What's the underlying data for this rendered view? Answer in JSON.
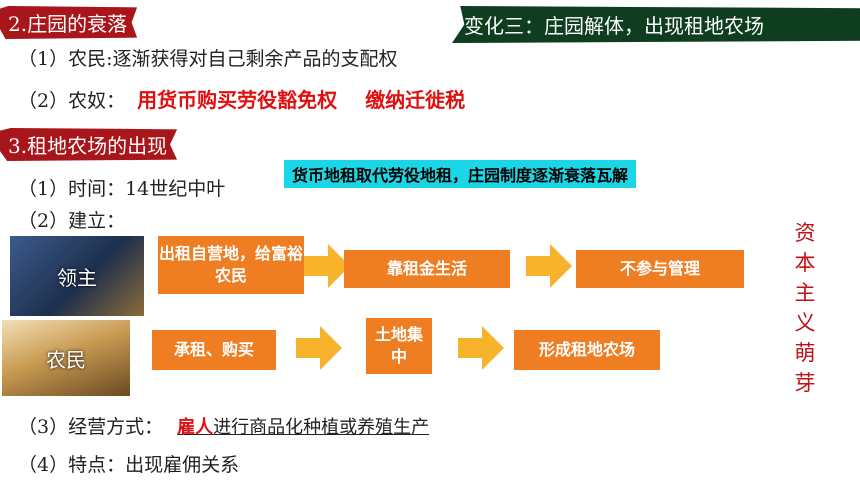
{
  "section2": {
    "title": "2.庄园的衰落",
    "change3": "变化三：庄园解体，出现租地农场",
    "peasant_label": "（1）农民",
    "peasant_text": "逐渐获得对自己剩余产品的支配权",
    "serf_label": "（2）农奴：",
    "serf_red_1": "用货币购买劳役豁免权",
    "serf_red_2": "缴纳迁徙税"
  },
  "section3": {
    "title": "3.租地农场的出现",
    "note": "货币地租取代劳役地租，庄园制度逐渐衰落瓦解",
    "time_label": "（1）时间：",
    "time_value": "14世纪中叶",
    "establish_label": "（2）建立：",
    "lord_label": "领主",
    "peasant_img_label": "农民",
    "lord_flow": [
      "出租自营地，给富裕农民",
      "靠租金生活",
      "不参与管理"
    ],
    "peasant_flow": [
      "承租、购买",
      "土地集中",
      "形成租地农场"
    ],
    "side_vertical": "资本主义萌芽",
    "operation_label": "（3）经营方式：",
    "operation_red": "雇人",
    "operation_text": "进行商品化种植或养殖生产",
    "feature_label": "（4）特点：",
    "feature_text": "出现雇佣关系"
  },
  "colors": {
    "brush_red": "#a8151a",
    "banner_green": "#0f3d1f",
    "highlight_cyan": "#1bd6e6",
    "box_orange": "#ef7d22",
    "arrow_orange": "#f6b32b",
    "accent_red": "#e01010"
  }
}
